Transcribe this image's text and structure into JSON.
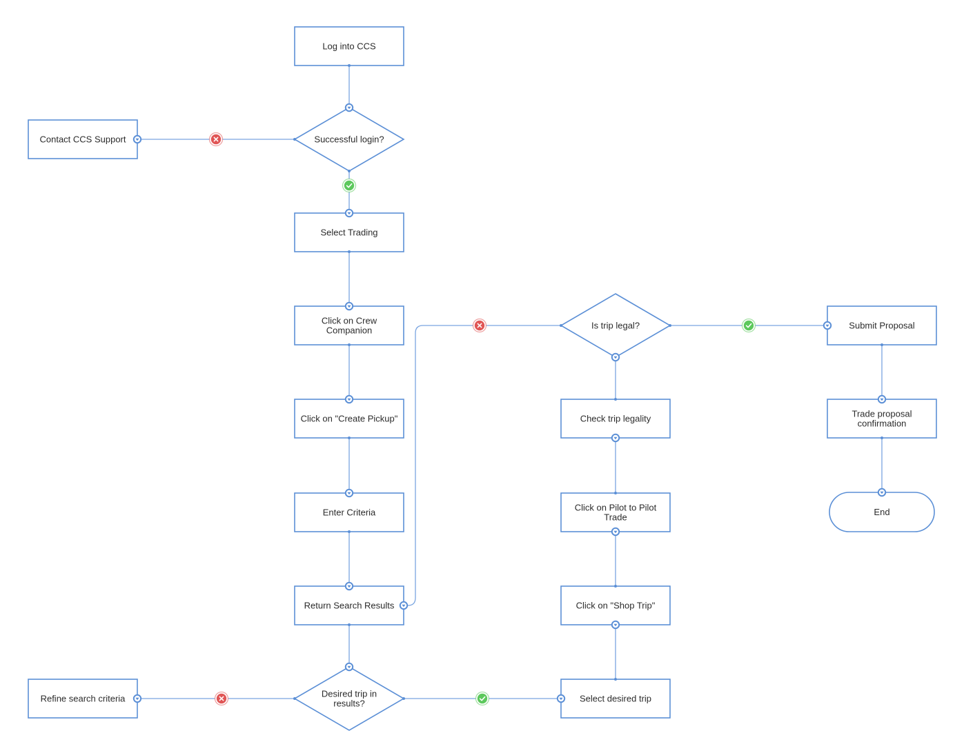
{
  "colors": {
    "stroke": "#5b8fd6",
    "connector": "#7aa5e0",
    "port": "#5b8fd6",
    "yes": "#5cc85c",
    "no": "#e05555",
    "text": "#2b2b2b"
  },
  "nodes": {
    "log_into_ccs": {
      "label": [
        "Log into CCS"
      ],
      "shape": "process"
    },
    "successful_login": {
      "label": [
        "Successful login?"
      ],
      "shape": "decision"
    },
    "contact_support": {
      "label": [
        "Contact CCS Support"
      ],
      "shape": "process"
    },
    "select_trading": {
      "label": [
        "Select Trading"
      ],
      "shape": "process"
    },
    "click_crew_companion": {
      "label": [
        "Click on Crew",
        "Companion"
      ],
      "shape": "process"
    },
    "click_create_pickup": {
      "label": [
        "Click on \"Create Pickup\""
      ],
      "shape": "process"
    },
    "enter_criteria": {
      "label": [
        "Enter Criteria"
      ],
      "shape": "process"
    },
    "return_search_results": {
      "label": [
        "Return Search Results"
      ],
      "shape": "process"
    },
    "desired_trip": {
      "label": [
        "Desired trip in",
        "results?"
      ],
      "shape": "decision"
    },
    "refine_search": {
      "label": [
        "Refine search criteria"
      ],
      "shape": "process"
    },
    "select_desired_trip": {
      "label": [
        "Select desired trip"
      ],
      "shape": "process"
    },
    "click_shop_trip": {
      "label": [
        "Click on \"Shop Trip\""
      ],
      "shape": "process"
    },
    "click_pilot_trade": {
      "label": [
        "Click on Pilot to Pilot",
        "Trade"
      ],
      "shape": "process"
    },
    "check_legality": {
      "label": [
        "Check trip legality"
      ],
      "shape": "process"
    },
    "is_trip_legal": {
      "label": [
        "Is trip legal?"
      ],
      "shape": "decision"
    },
    "submit_proposal": {
      "label": [
        "Submit Proposal"
      ],
      "shape": "process"
    },
    "trade_confirmation": {
      "label": [
        "Trade proposal",
        "confirmation"
      ],
      "shape": "process"
    },
    "end": {
      "label": [
        "End"
      ],
      "shape": "terminator"
    }
  },
  "edges": [
    {
      "from": "log_into_ccs",
      "to": "successful_login"
    },
    {
      "from": "successful_login",
      "to": "contact_support",
      "condition": "no"
    },
    {
      "from": "successful_login",
      "to": "select_trading",
      "condition": "yes"
    },
    {
      "from": "select_trading",
      "to": "click_crew_companion"
    },
    {
      "from": "click_crew_companion",
      "to": "click_create_pickup"
    },
    {
      "from": "click_create_pickup",
      "to": "enter_criteria"
    },
    {
      "from": "enter_criteria",
      "to": "return_search_results"
    },
    {
      "from": "return_search_results",
      "to": "desired_trip"
    },
    {
      "from": "desired_trip",
      "to": "refine_search",
      "condition": "no"
    },
    {
      "from": "desired_trip",
      "to": "select_desired_trip",
      "condition": "yes"
    },
    {
      "from": "select_desired_trip",
      "to": "click_shop_trip"
    },
    {
      "from": "click_shop_trip",
      "to": "click_pilot_trade"
    },
    {
      "from": "click_pilot_trade",
      "to": "check_legality"
    },
    {
      "from": "check_legality",
      "to": "is_trip_legal"
    },
    {
      "from": "is_trip_legal",
      "to": "return_search_results",
      "condition": "no"
    },
    {
      "from": "is_trip_legal",
      "to": "submit_proposal",
      "condition": "yes"
    },
    {
      "from": "submit_proposal",
      "to": "trade_confirmation"
    },
    {
      "from": "trade_confirmation",
      "to": "end"
    }
  ]
}
